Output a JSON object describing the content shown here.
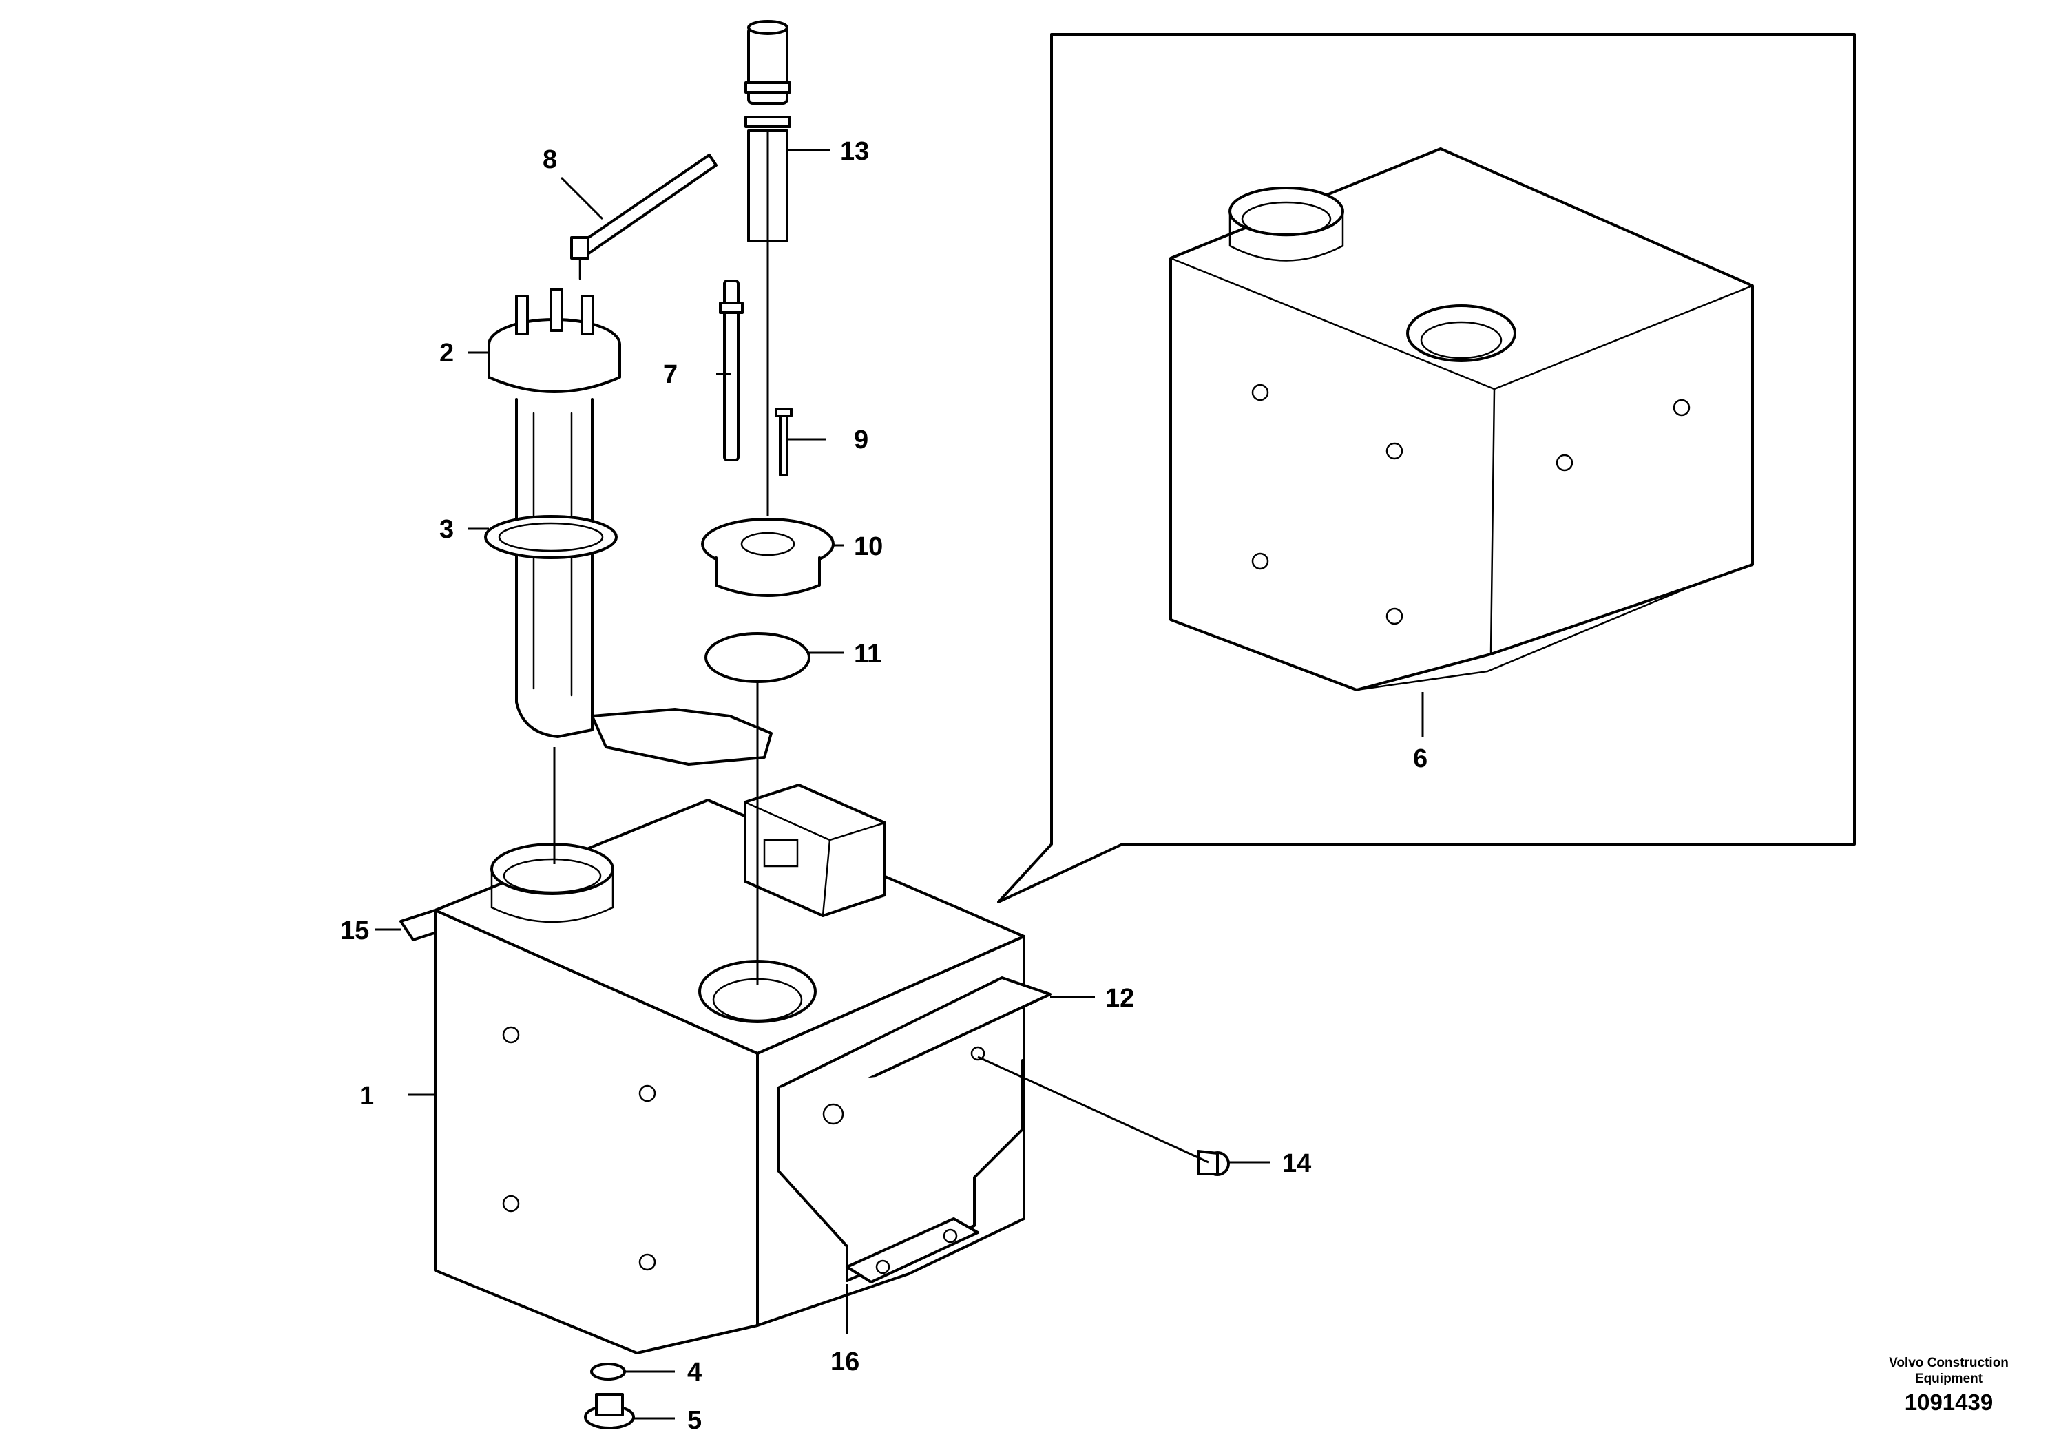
{
  "callouts": [
    {
      "id": "1",
      "label": "1"
    },
    {
      "id": "2",
      "label": "2"
    },
    {
      "id": "3",
      "label": "3"
    },
    {
      "id": "4",
      "label": "4"
    },
    {
      "id": "5",
      "label": "5"
    },
    {
      "id": "6",
      "label": "6"
    },
    {
      "id": "7",
      "label": "7"
    },
    {
      "id": "8",
      "label": "8"
    },
    {
      "id": "9",
      "label": "9"
    },
    {
      "id": "10",
      "label": "10"
    },
    {
      "id": "11",
      "label": "11"
    },
    {
      "id": "12",
      "label": "12"
    },
    {
      "id": "13",
      "label": "13"
    },
    {
      "id": "14",
      "label": "14"
    },
    {
      "id": "15",
      "label": "15"
    },
    {
      "id": "16",
      "label": "16"
    }
  ],
  "footer": {
    "brand_line1": "Volvo Construction",
    "brand_line2": "Equipment",
    "document_number": "1091439"
  }
}
